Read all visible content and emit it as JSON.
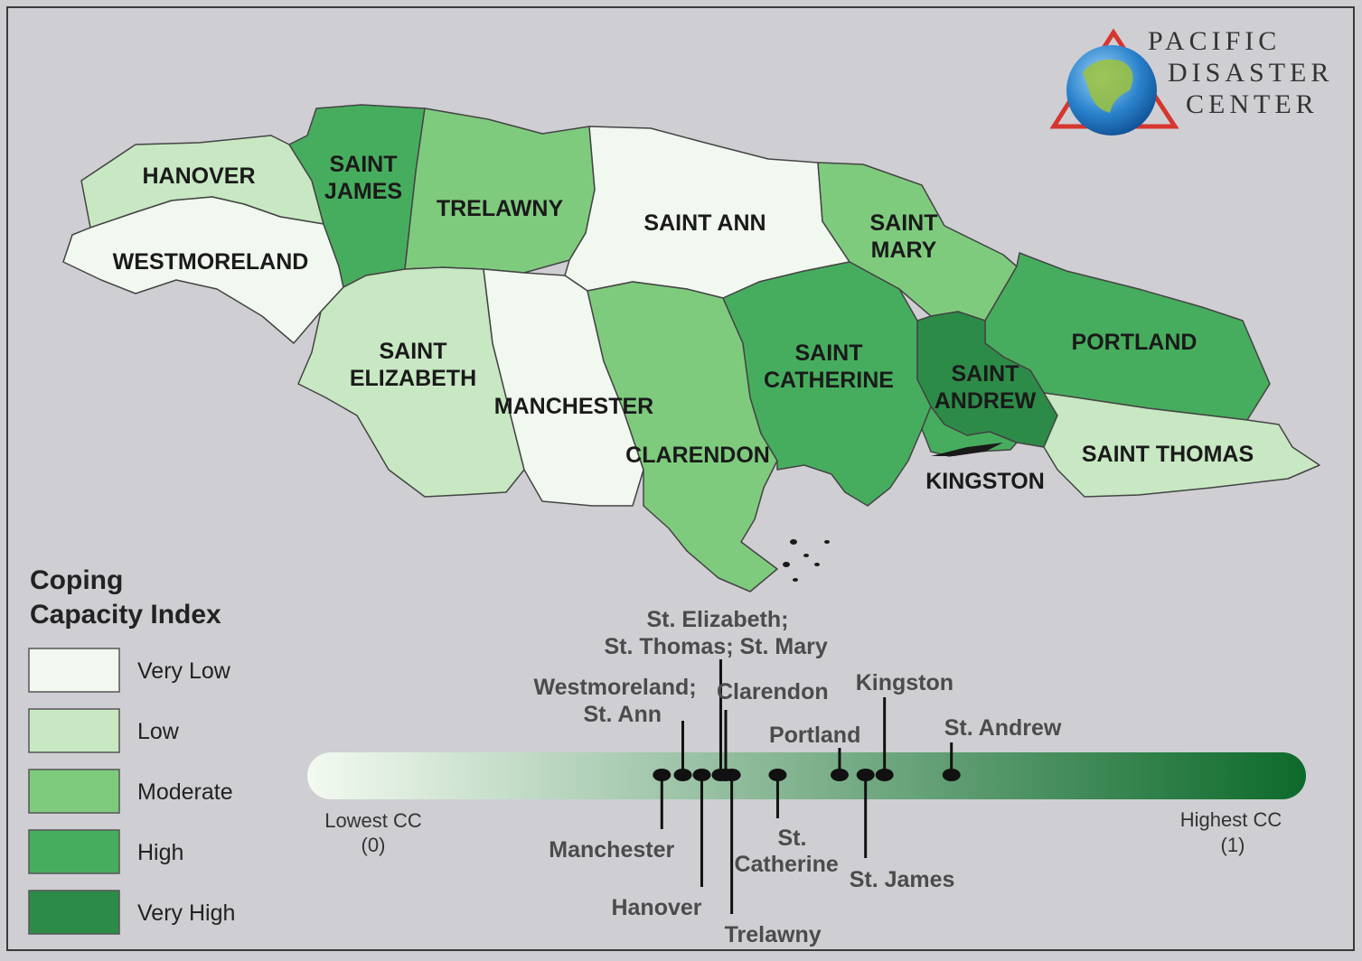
{
  "legend": {
    "title_line1": "Coping",
    "title_line2": "Capacity Index",
    "classes": [
      {
        "label": "Very Low",
        "color": "#f1f8ef"
      },
      {
        "label": "Low",
        "color": "#c7e8c2"
      },
      {
        "label": "Moderate",
        "color": "#7fcb7e"
      },
      {
        "label": "High",
        "color": "#47ad5e"
      },
      {
        "label": "Very High",
        "color": "#2d8b48"
      }
    ]
  },
  "parishes": [
    {
      "key": "hanover",
      "lines": [
        "HANOVER"
      ],
      "class": "Low"
    },
    {
      "key": "westmoreland",
      "lines": [
        "WESTMORELAND"
      ],
      "class": "Very Low"
    },
    {
      "key": "saint-james",
      "lines": [
        "SAINT",
        "JAMES"
      ],
      "class": "High"
    },
    {
      "key": "trelawny",
      "lines": [
        "TRELAWNY"
      ],
      "class": "Moderate"
    },
    {
      "key": "saint-ann",
      "lines": [
        "SAINT ANN"
      ],
      "class": "Very Low"
    },
    {
      "key": "saint-mary",
      "lines": [
        "SAINT",
        "MARY"
      ],
      "class": "Moderate"
    },
    {
      "key": "portland",
      "lines": [
        "PORTLAND"
      ],
      "class": "High"
    },
    {
      "key": "saint-elizabeth",
      "lines": [
        "SAINT",
        "ELIZABETH"
      ],
      "class": "Low"
    },
    {
      "key": "manchester",
      "lines": [
        "MANCHESTER"
      ],
      "class": "Very Low"
    },
    {
      "key": "clarendon",
      "lines": [
        "CLARENDON"
      ],
      "class": "Moderate"
    },
    {
      "key": "saint-catherine",
      "lines": [
        "SAINT",
        "CATHERINE"
      ],
      "class": "High"
    },
    {
      "key": "saint-andrew",
      "lines": [
        "SAINT",
        "ANDREW"
      ],
      "class": "Very High"
    },
    {
      "key": "kingston",
      "lines": [
        "KINGSTON"
      ],
      "class": "High"
    },
    {
      "key": "saint-thomas",
      "lines": [
        "SAINT THOMAS"
      ],
      "class": "Low"
    }
  ],
  "scale": {
    "low_label": "Lowest CC",
    "low_value": "(0)",
    "high_label": "Highest CC",
    "high_value": "(1)",
    "color_start": "#f3faf1",
    "color_end": "#0d6a2b",
    "markers": [
      {
        "key": "manchester",
        "text": [
          "Manchester"
        ],
        "value": 0.355
      },
      {
        "key": "westmoreland-st-ann",
        "text": [
          "Westmoreland;",
          "St. Ann"
        ],
        "value": 0.376
      },
      {
        "key": "hanover",
        "text": [
          "Hanover"
        ],
        "value": 0.395
      },
      {
        "key": "st-elizabeth-st-thomas-st-mary",
        "text": [
          "St. Elizabeth;",
          "St. Thomas;  St. Mary"
        ],
        "value": 0.414
      },
      {
        "key": "clarendon",
        "text": [
          "Clarendon"
        ],
        "value": 0.419
      },
      {
        "key": "trelawny",
        "text": [
          "Trelawny"
        ],
        "value": 0.425
      },
      {
        "key": "st-catherine",
        "text": [
          "St.",
          "Catherine"
        ],
        "value": 0.471
      },
      {
        "key": "portland",
        "text": [
          "Portland"
        ],
        "value": 0.533
      },
      {
        "key": "st-james",
        "text": [
          "St. James"
        ],
        "value": 0.559
      },
      {
        "key": "kingston",
        "text": [
          "Kingston"
        ],
        "value": 0.578
      },
      {
        "key": "st-andrew",
        "text": [
          "St. Andrew"
        ],
        "value": 0.645
      }
    ]
  },
  "logo": {
    "line1": "PACIFIC",
    "line2": "DISASTER",
    "line3": "CENTER",
    "icon": "globe-triangle-icon"
  }
}
